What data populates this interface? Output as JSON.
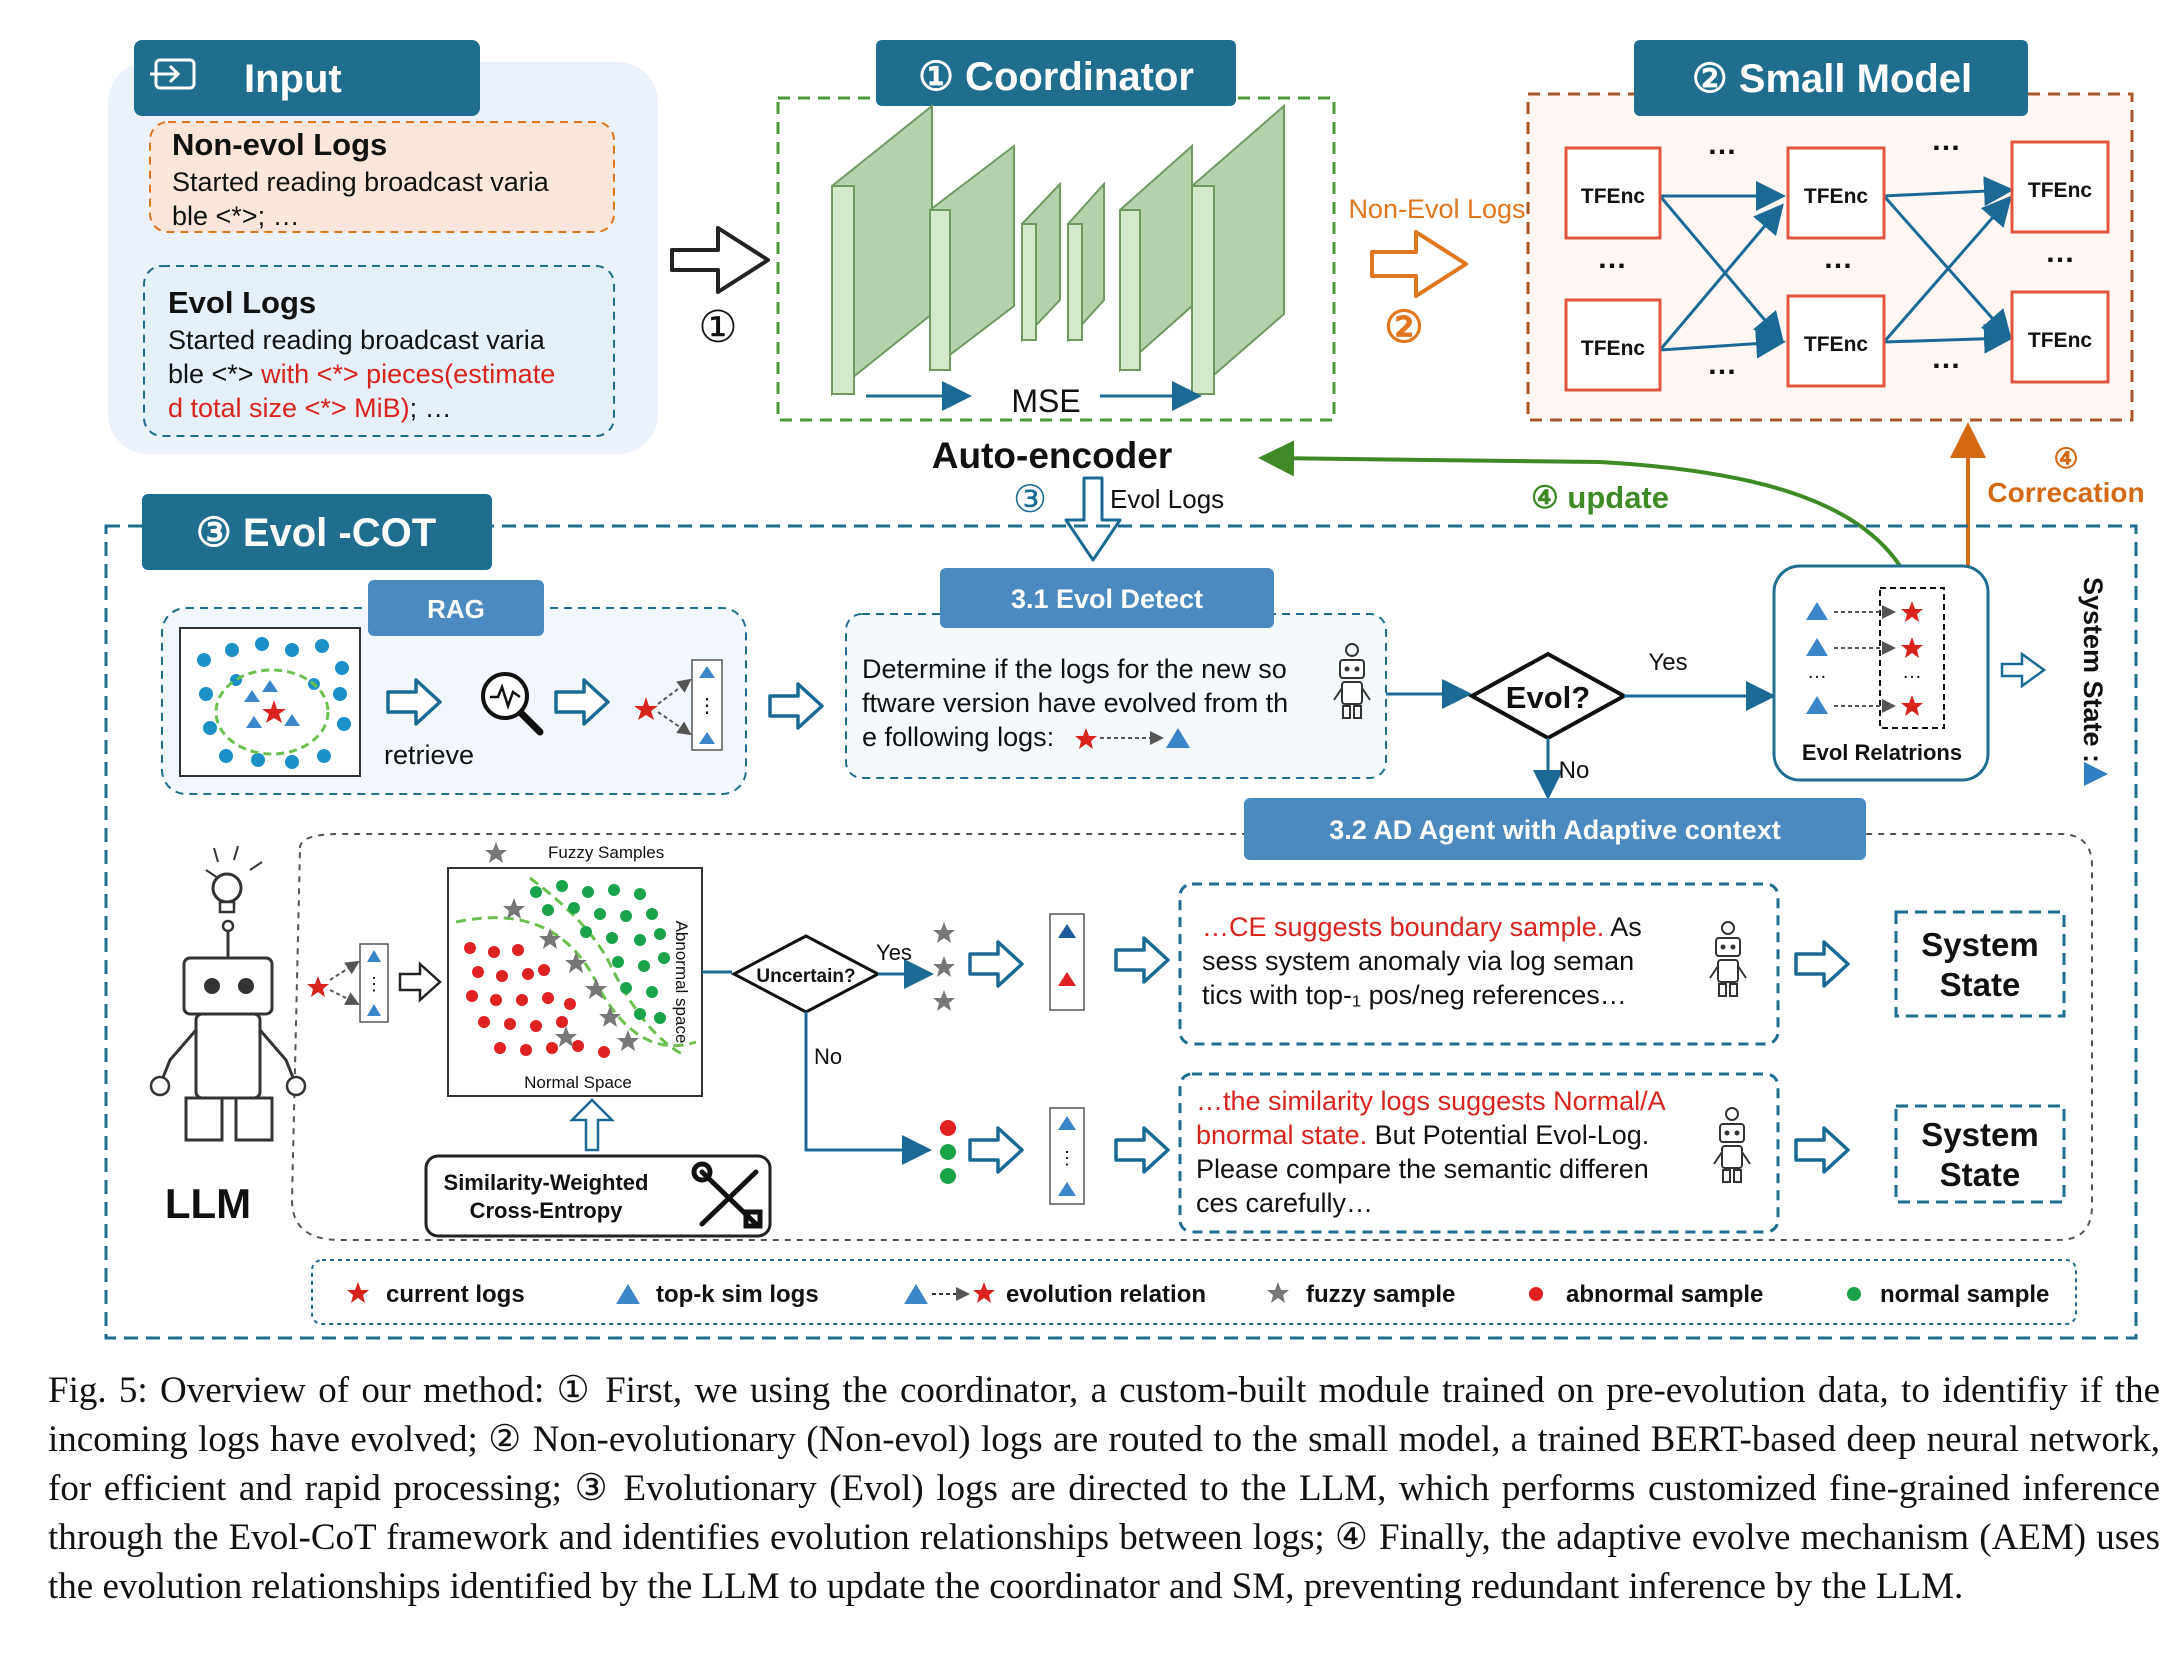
{
  "input": {
    "title": "Input",
    "non_evol": {
      "title": "Non-evol Logs",
      "line1": "Started reading broadcast varia",
      "line2": "ble <*>; …"
    },
    "evol": {
      "title": "Evol Logs",
      "line1": "Started reading broadcast varia",
      "line2_black": "ble <*> ",
      "line2_red": "with <*> pieces(estimate",
      "line3_red": "d total size <*> MiB)",
      "line3_black": "; …"
    }
  },
  "coordinator": {
    "title": "① Coordinator",
    "mse": "MSE",
    "label": "Auto-encoder"
  },
  "small_model": {
    "title": "② Small Model",
    "node": "TFEnc",
    "dots": "…"
  },
  "flows": {
    "step1": "①",
    "step2": "②",
    "non_evol_logs": "Non-Evol Logs",
    "step3": "③",
    "evol_logs": "Evol Logs",
    "update": "④ update",
    "step4": "④",
    "correction": "Correcation"
  },
  "evol_cot": {
    "title": "③ Evol -COT",
    "rag": "RAG",
    "retrieve": "retrieve",
    "detect_title": "3.1 Evol Detect",
    "detect_line1": "Determine if the logs for the new so",
    "detect_line2": "ftware version have evolved from th",
    "detect_line3": "e following logs:",
    "decision": "Evol?",
    "yes": "Yes",
    "no": "No",
    "relations": "Evol Relatrions",
    "system_state_vertical": "System State :",
    "agent_title": "3.2 AD Agent with  Adaptive context",
    "fuzzy_samples": "Fuzzy Samples",
    "abnormal_space": "Abnormal space",
    "normal_space": "Normal Space",
    "uncertain": "Uncertain?",
    "loss_line1": "Similarity-Weighted",
    "loss_line2": "Cross-Entropy",
    "llm": "LLM",
    "prompt1_red": "…CE suggests boundary sample.",
    "prompt1_line1_black": " As",
    "prompt1_line2": "sess system anomaly via log seman",
    "prompt1_line3": "tics with top-₁ pos/neg references…",
    "prompt2_line1_red": "…the similarity logs suggests Normal/A",
    "prompt2_line2_red": "bnormal state.",
    "prompt2_line2_black": " But Potential Evol-Log.",
    "prompt2_line3": "Please compare the semantic differen",
    "prompt2_line4": "ces carefully…",
    "state1_line1": "System",
    "state1_line2": "State",
    "state2_line1": "System",
    "state2_line2": "State"
  },
  "legend": {
    "current": "current logs",
    "topk": "top-k sim logs",
    "relation": "evolution relation",
    "fuzzy": "fuzzy sample",
    "abnormal": "abnormal sample",
    "normal": "normal sample"
  },
  "caption": "Fig. 5: Overview of our method: ① First, we using the coordinator, a custom-built module trained on pre-evolution data, to identifiy if the incoming logs have evolved; ② Non-evolutionary (Non-evol) logs are routed to the small model, a trained BERT-based deep neural network, for efficient and rapid processing; ③ Evolutionary (Evol) logs are directed to the LLM, which performs customized fine-grained inference through the Evol-CoT framework and identifies evolution relationships between logs; ④ Finally, the adaptive evolve mechanism (AEM) uses the evolution relationships identified by the LLM to update the coordinator and SM, preventing redundant inference by the LLM.",
  "colors": {
    "teal": "#1f6d8f",
    "green_dash": "#4e9a3a",
    "orange": "#e0761e",
    "red": "#d9231d",
    "node_red": "#e4553f",
    "blue_arrow": "#1b6a95",
    "tri_blue": "#3a86c8",
    "dot_green": "#1aa34a",
    "fuzzy_grey": "#777777"
  }
}
